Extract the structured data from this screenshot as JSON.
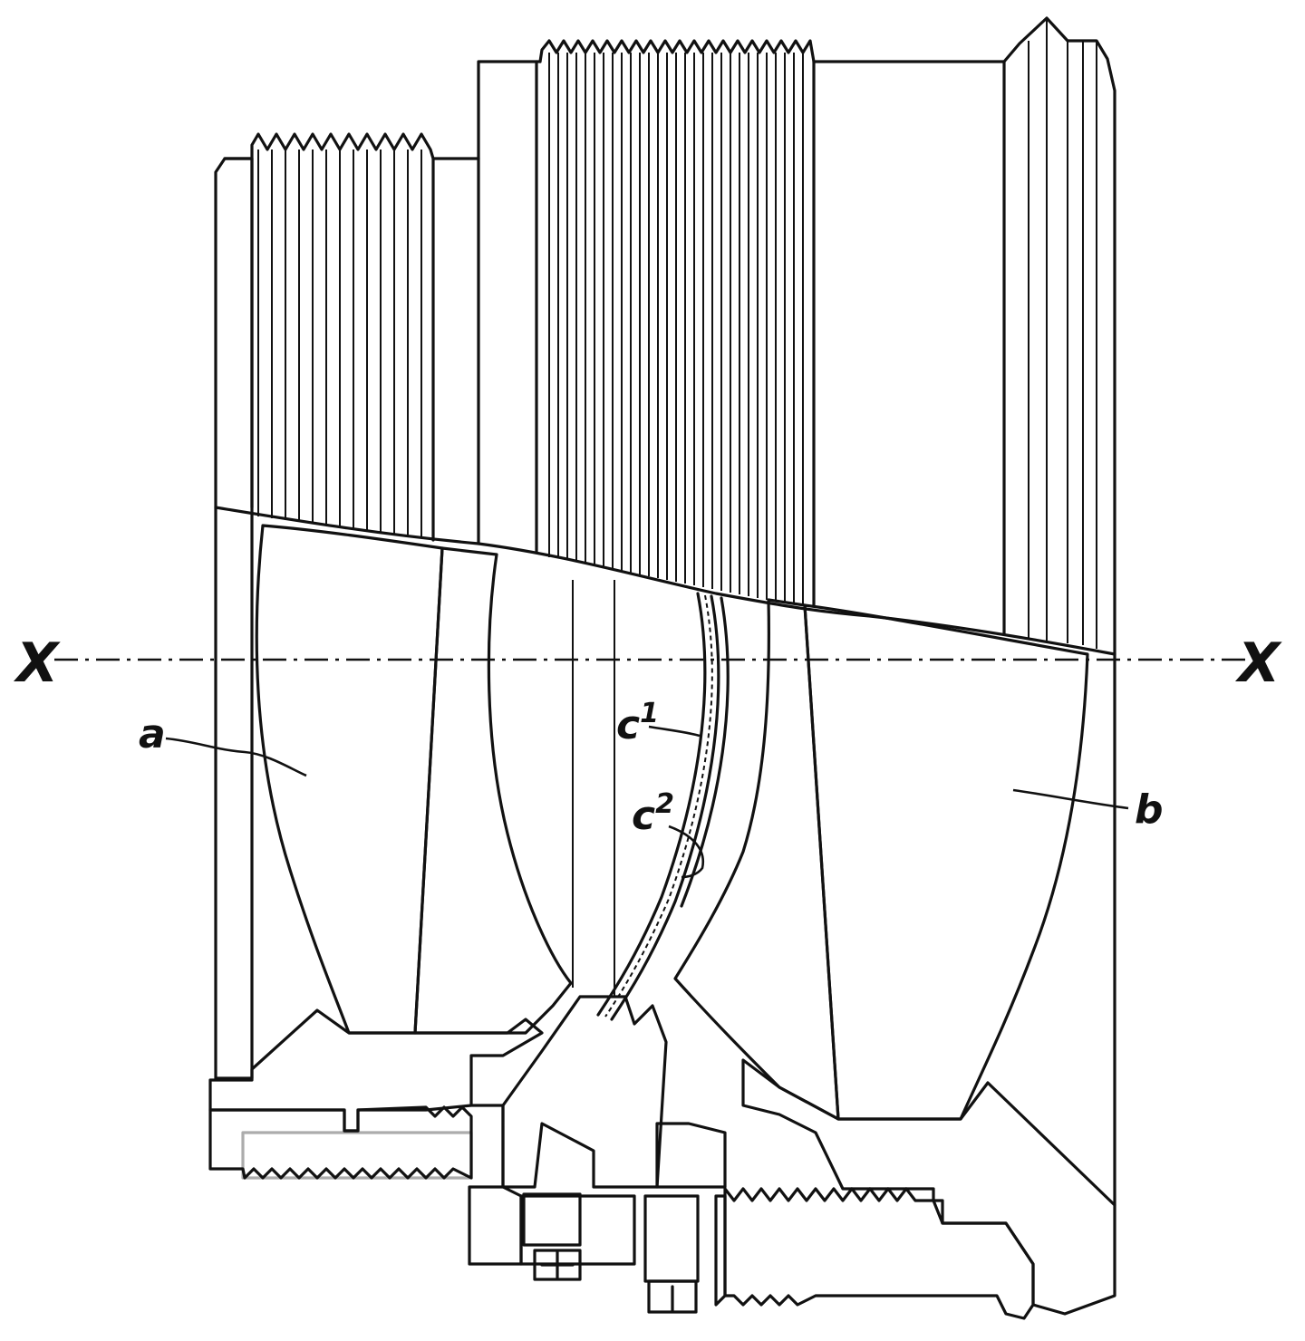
{
  "figure": {
    "axis_labels": {
      "left": "X",
      "right": "X"
    },
    "part_labels": {
      "a": "a",
      "b": "b",
      "c1_base": "c",
      "c1_sup": "1",
      "c2_base": "c",
      "c2_sup": "2"
    }
  },
  "colors": {
    "ink": "#111111",
    "paper": "#ffffff"
  }
}
